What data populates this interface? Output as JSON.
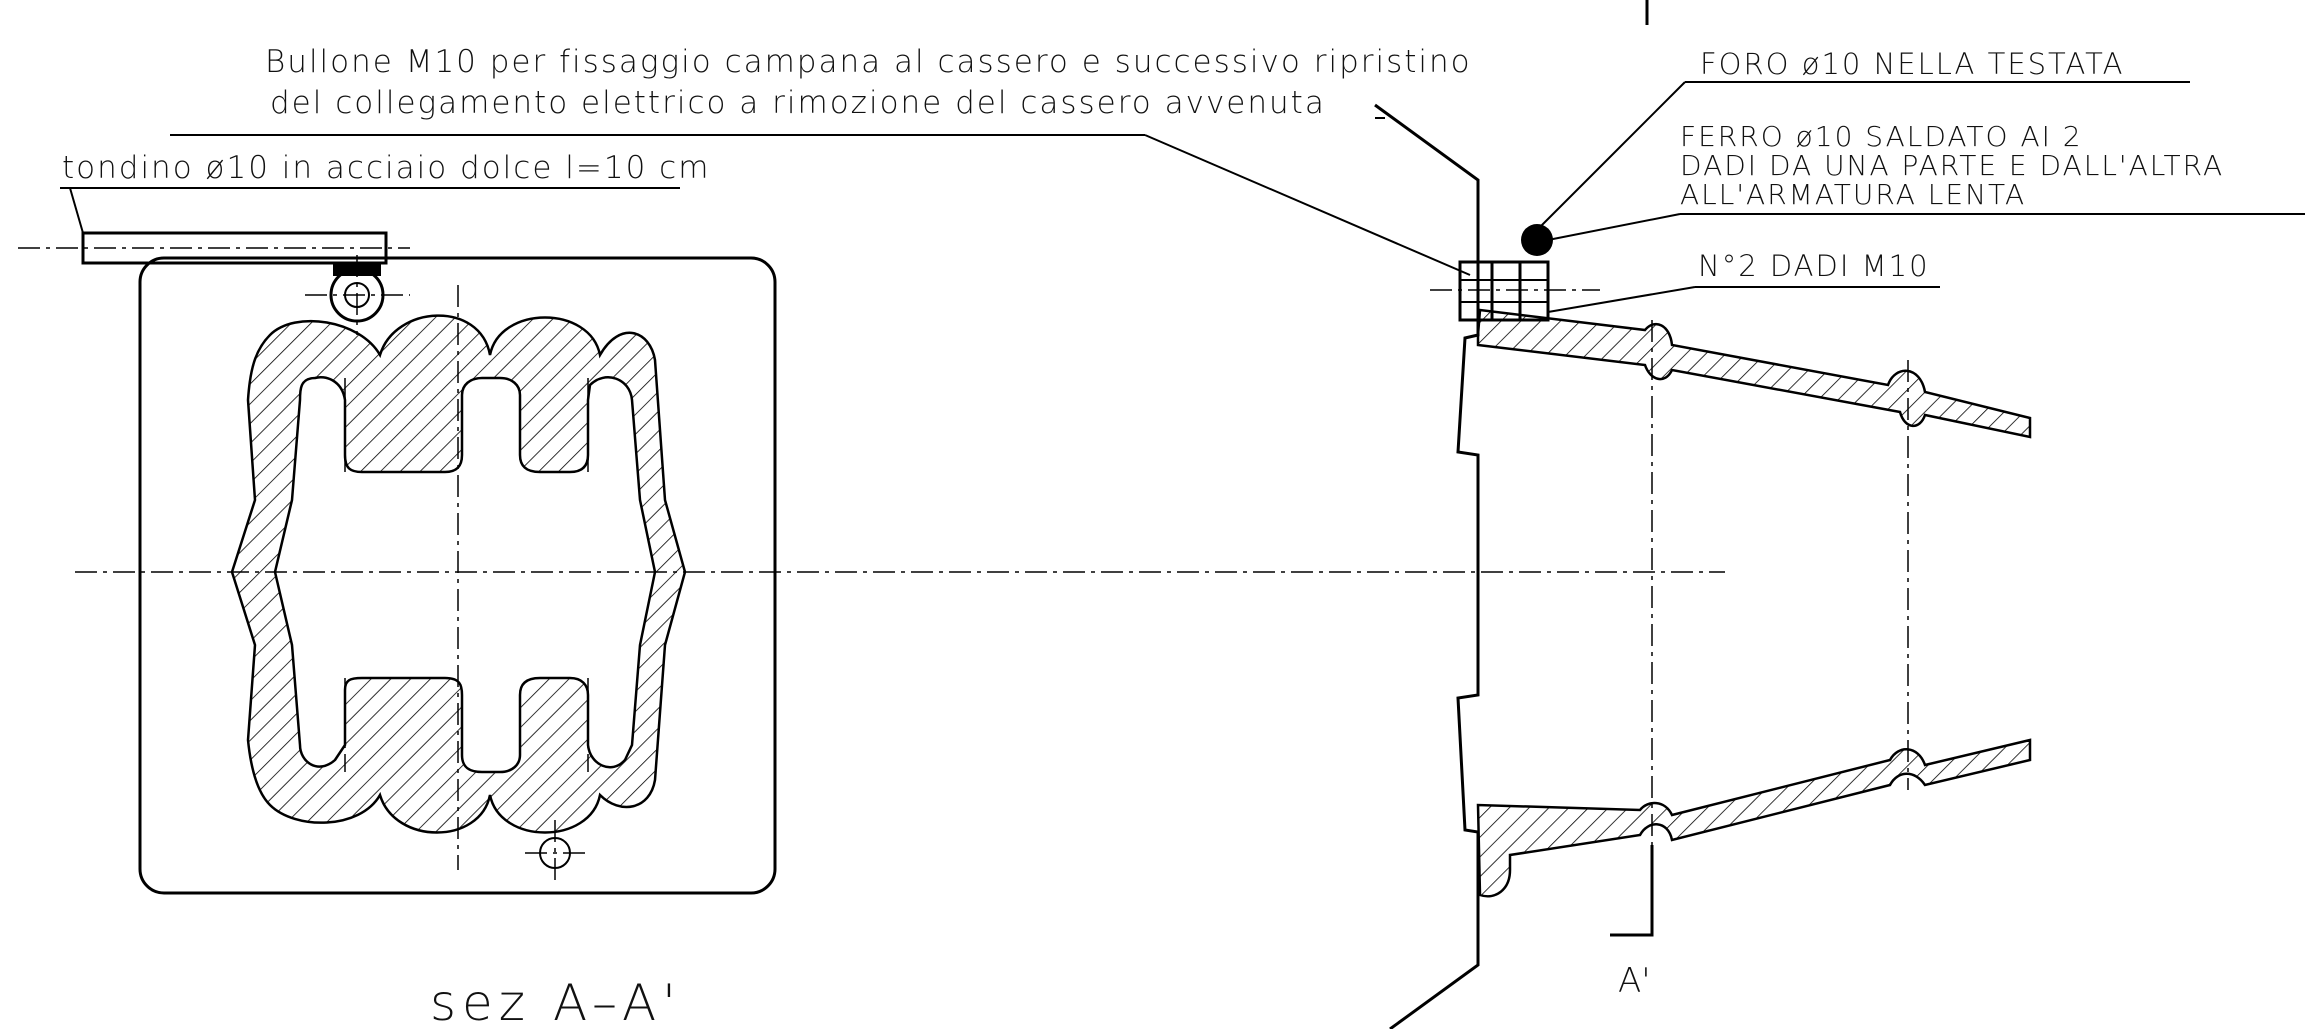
{
  "labels": {
    "bolt_note_line1": "Bullone M10 per fissaggio campana al cassero e successivo ripristino",
    "bolt_note_line2": "del collegamento elettrico a rimozione del cassero avvenuta",
    "rod_note": "tondino ø10 in acciaio dolce l=10 cm",
    "hole_note": "FORO ø10 NELLA TESTATA",
    "iron_note_line1": "FERRO ø10 SALDATO AI 2",
    "iron_note_line2": "DADI DA UNA PARTE E DALL'ALTRA",
    "iron_note_line3": "ALL'ARMATURA LENTA",
    "nuts_note": "N°2 DADI M10",
    "section_title": "sez A–A'",
    "section_marker": "A'"
  },
  "colors": {
    "line": "#000000",
    "background": "#ffffff"
  }
}
